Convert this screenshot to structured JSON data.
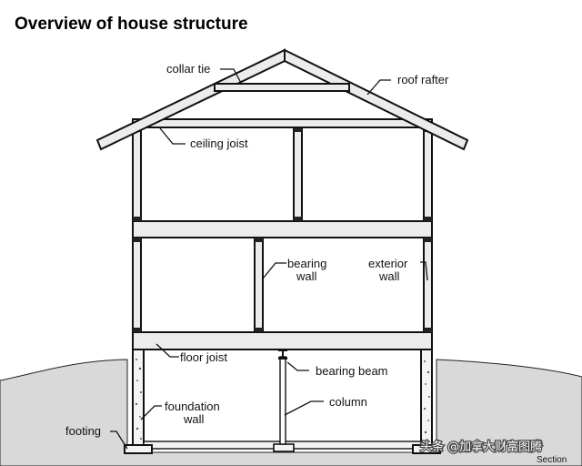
{
  "title": "Overview of house structure",
  "labels": {
    "collar_tie": "collar tie",
    "roof_rafter": "roof rafter",
    "ceiling_joist": "ceiling joist",
    "bearing_wall_1": "bearing",
    "bearing_wall_2": "wall",
    "exterior_wall_1": "exterior",
    "exterior_wall_2": "wall",
    "floor_joist": "floor joist",
    "bearing_beam": "bearing beam",
    "column": "column",
    "foundation_wall_1": "foundation",
    "foundation_wall_2": "wall",
    "footing": "footing"
  },
  "watermark": "头条 @加拿大财富图腾",
  "corner_text": "Section",
  "colors": {
    "ground": "#d9d9d9",
    "member_fill": "#ececec",
    "line": "#111111",
    "concrete_fill": "#f4f4f4"
  }
}
